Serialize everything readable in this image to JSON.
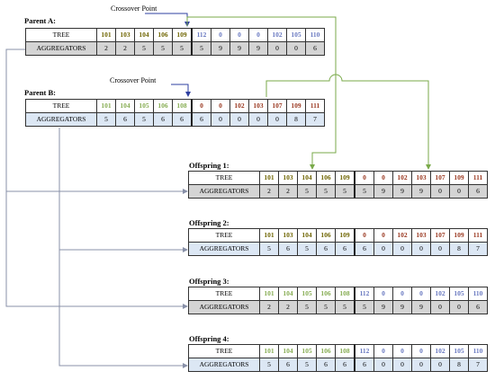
{
  "crossover_label": "Crossover Point",
  "colors": {
    "olive": "#6e6400",
    "green": "#86ac52",
    "blue": "#6878c0",
    "brown": "#9a3820",
    "arrow_green": "#7aaa4a",
    "arrow_gray": "#8890a8",
    "marker_blue": "#2e3fa0"
  },
  "tables": [
    {
      "id": "parent-a",
      "title": "Parent A:",
      "tree_label": "TREE",
      "agg_label": "AGGREGATORS",
      "agg_style": "gray",
      "cut_after": 4,
      "tree": [
        {
          "v": "101",
          "c": "olive"
        },
        {
          "v": "103",
          "c": "olive"
        },
        {
          "v": "104",
          "c": "olive"
        },
        {
          "v": "106",
          "c": "olive"
        },
        {
          "v": "109",
          "c": "olive"
        },
        {
          "v": "112",
          "c": "blue"
        },
        {
          "v": "0",
          "c": "blue"
        },
        {
          "v": "0",
          "c": "blue"
        },
        {
          "v": "0",
          "c": "blue"
        },
        {
          "v": "102",
          "c": "blue"
        },
        {
          "v": "105",
          "c": "blue"
        },
        {
          "v": "110",
          "c": "blue"
        }
      ],
      "agg": [
        "2",
        "2",
        "5",
        "5",
        "5",
        "5",
        "9",
        "9",
        "9",
        "0",
        "0",
        "6"
      ]
    },
    {
      "id": "parent-b",
      "title": "Parent B:",
      "tree_label": "TREE",
      "agg_label": "AGGREGATORS",
      "agg_style": "blue",
      "cut_after": 4,
      "tree": [
        {
          "v": "101",
          "c": "green"
        },
        {
          "v": "104",
          "c": "green"
        },
        {
          "v": "105",
          "c": "green"
        },
        {
          "v": "106",
          "c": "green"
        },
        {
          "v": "108",
          "c": "green"
        },
        {
          "v": "0",
          "c": "brown"
        },
        {
          "v": "0",
          "c": "brown"
        },
        {
          "v": "102",
          "c": "brown"
        },
        {
          "v": "103",
          "c": "brown"
        },
        {
          "v": "107",
          "c": "brown"
        },
        {
          "v": "109",
          "c": "brown"
        },
        {
          "v": "111",
          "c": "brown"
        }
      ],
      "agg": [
        "5",
        "6",
        "5",
        "6",
        "6",
        "6",
        "0",
        "0",
        "0",
        "0",
        "8",
        "7"
      ]
    },
    {
      "id": "offspring-1",
      "title": "Offspring 1:",
      "tree_label": "TREE",
      "agg_label": "AGGREGATORS",
      "agg_style": "gray",
      "cut_after": 4,
      "tree": [
        {
          "v": "101",
          "c": "olive"
        },
        {
          "v": "103",
          "c": "olive"
        },
        {
          "v": "104",
          "c": "olive"
        },
        {
          "v": "106",
          "c": "olive"
        },
        {
          "v": "109",
          "c": "olive"
        },
        {
          "v": "0",
          "c": "brown"
        },
        {
          "v": "0",
          "c": "brown"
        },
        {
          "v": "102",
          "c": "brown"
        },
        {
          "v": "103",
          "c": "brown"
        },
        {
          "v": "107",
          "c": "brown"
        },
        {
          "v": "109",
          "c": "brown"
        },
        {
          "v": "111",
          "c": "brown"
        }
      ],
      "agg": [
        "2",
        "2",
        "5",
        "5",
        "5",
        "5",
        "9",
        "9",
        "9",
        "0",
        "0",
        "6"
      ]
    },
    {
      "id": "offspring-2",
      "title": "Offspring 2:",
      "tree_label": "TREE",
      "agg_label": "AGGREGATORS",
      "agg_style": "blue",
      "cut_after": 4,
      "tree": [
        {
          "v": "101",
          "c": "olive"
        },
        {
          "v": "103",
          "c": "olive"
        },
        {
          "v": "104",
          "c": "olive"
        },
        {
          "v": "106",
          "c": "olive"
        },
        {
          "v": "109",
          "c": "olive"
        },
        {
          "v": "0",
          "c": "brown"
        },
        {
          "v": "0",
          "c": "brown"
        },
        {
          "v": "102",
          "c": "brown"
        },
        {
          "v": "103",
          "c": "brown"
        },
        {
          "v": "107",
          "c": "brown"
        },
        {
          "v": "109",
          "c": "brown"
        },
        {
          "v": "111",
          "c": "brown"
        }
      ],
      "agg": [
        "5",
        "6",
        "5",
        "6",
        "6",
        "6",
        "0",
        "0",
        "0",
        "0",
        "8",
        "7"
      ]
    },
    {
      "id": "offspring-3",
      "title": "Offspring 3:",
      "tree_label": "TREE",
      "agg_label": "AGGREGATORS",
      "agg_style": "gray",
      "cut_after": 4,
      "tree": [
        {
          "v": "101",
          "c": "green"
        },
        {
          "v": "104",
          "c": "green"
        },
        {
          "v": "105",
          "c": "green"
        },
        {
          "v": "106",
          "c": "green"
        },
        {
          "v": "108",
          "c": "green"
        },
        {
          "v": "112",
          "c": "blue"
        },
        {
          "v": "0",
          "c": "blue"
        },
        {
          "v": "0",
          "c": "blue"
        },
        {
          "v": "0",
          "c": "blue"
        },
        {
          "v": "102",
          "c": "blue"
        },
        {
          "v": "105",
          "c": "blue"
        },
        {
          "v": "110",
          "c": "blue"
        }
      ],
      "agg": [
        "2",
        "2",
        "5",
        "5",
        "5",
        "5",
        "9",
        "9",
        "9",
        "0",
        "0",
        "6"
      ]
    },
    {
      "id": "offspring-4",
      "title": "Offspring 4:",
      "tree_label": "TREE",
      "agg_label": "AGGREGATORS",
      "agg_style": "blue",
      "cut_after": 4,
      "tree": [
        {
          "v": "101",
          "c": "green"
        },
        {
          "v": "104",
          "c": "green"
        },
        {
          "v": "105",
          "c": "green"
        },
        {
          "v": "106",
          "c": "green"
        },
        {
          "v": "108",
          "c": "green"
        },
        {
          "v": "112",
          "c": "blue"
        },
        {
          "v": "0",
          "c": "blue"
        },
        {
          "v": "0",
          "c": "blue"
        },
        {
          "v": "0",
          "c": "blue"
        },
        {
          "v": "102",
          "c": "blue"
        },
        {
          "v": "105",
          "c": "blue"
        },
        {
          "v": "110",
          "c": "blue"
        }
      ],
      "agg": [
        "5",
        "6",
        "5",
        "6",
        "6",
        "6",
        "0",
        "0",
        "0",
        "0",
        "8",
        "7"
      ]
    }
  ]
}
